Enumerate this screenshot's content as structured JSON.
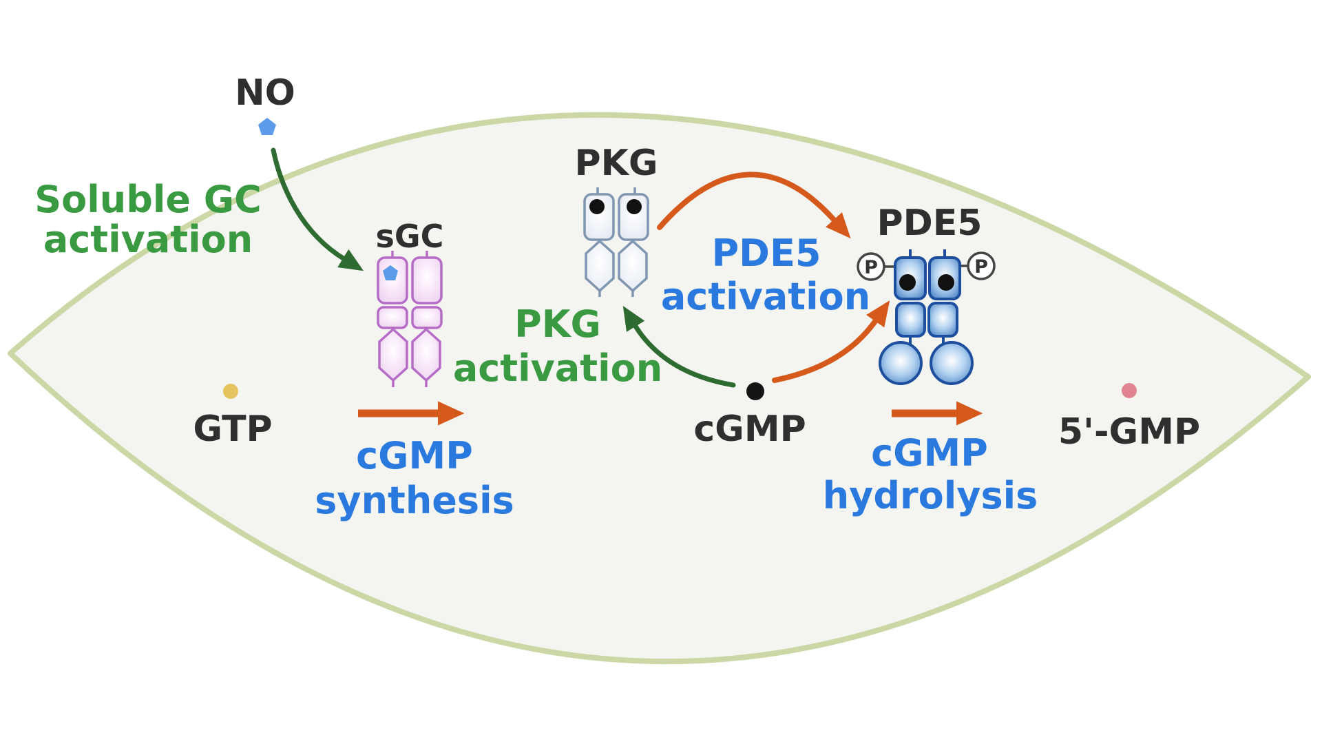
{
  "diagram": {
    "labels": {
      "no": "NO",
      "sgc": "sGC",
      "gtp": "GTP",
      "pkg": "PKG",
      "pde5": "PDE5",
      "cgmp": "cGMP",
      "five_prime_gmp": "5'-GMP",
      "phospho": "P"
    },
    "annotations": {
      "soluble_gc": {
        "line1": "Soluble GC",
        "line2": "activation",
        "color": "#3a9a41"
      },
      "cgmp_synthesis": {
        "line1": "cGMP",
        "line2": "synthesis",
        "color": "#2979df"
      },
      "pkg_activation": {
        "line1": "PKG",
        "line2": "activation",
        "color": "#3a9a41"
      },
      "pde5_activation": {
        "line1": "PDE5",
        "line2": "activation",
        "color": "#2979df"
      },
      "cgmp_hydrolysis": {
        "line1": "cGMP",
        "line2": "hydrolysis",
        "color": "#2979df"
      }
    },
    "molecules": {
      "no": {
        "shape": "pentagon",
        "color": "#5b9bea"
      },
      "gtp": {
        "shape": "circle",
        "color": "#e5c45f"
      },
      "cgmp": {
        "shape": "circle",
        "color": "#141414"
      },
      "five_prime_gmp": {
        "shape": "circle",
        "color": "#e0858f"
      }
    },
    "proteins": {
      "sgc": {
        "border": "#b56cc5",
        "fill": "#f3def5"
      },
      "pkg": {
        "border": "#8095af",
        "fill": "#eef1f7"
      },
      "pde5": {
        "border": "#1d4f9e",
        "fill": "#4a86c8"
      }
    },
    "cell": {
      "membrane": "#cbd7a4",
      "fill": "#f4f5f1",
      "background": "#ffffff"
    },
    "arrows": {
      "activation_green": "#2e6b30",
      "process_orange": "#d6591c"
    }
  }
}
